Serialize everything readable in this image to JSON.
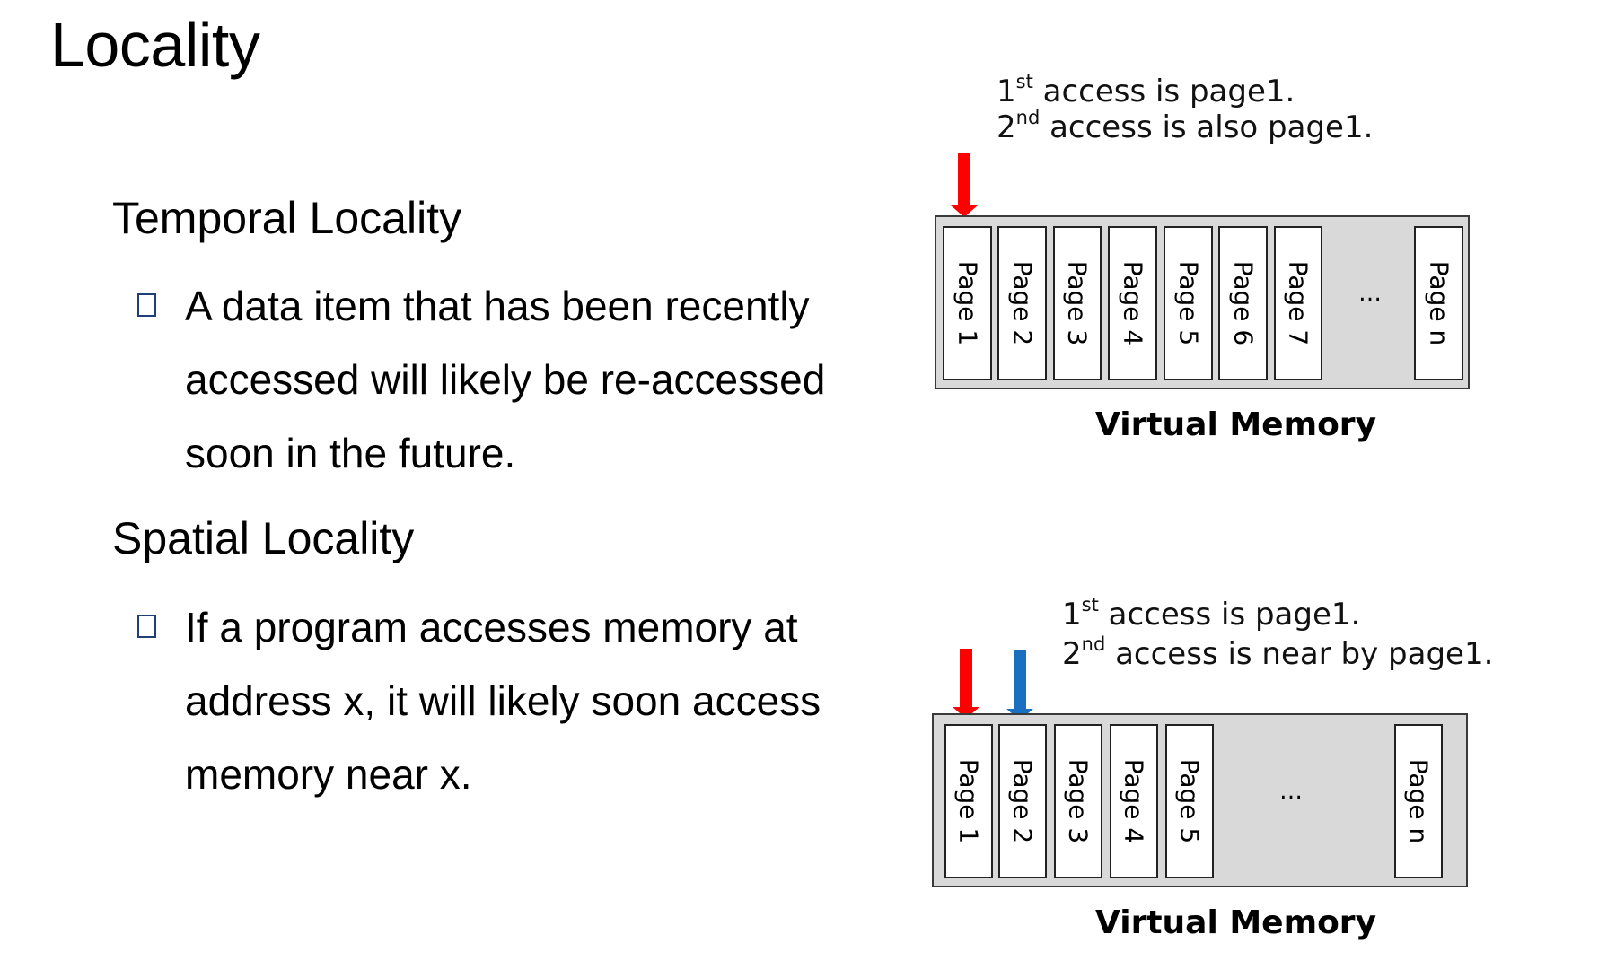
{
  "title": "Locality",
  "temporal": {
    "heading": "Temporal Locality",
    "bullet": "A data item that has been recently accessed will likely be re-accessed soon in the future.",
    "note": {
      "line1_ordinal": "1",
      "line1_suffix": "st",
      "line1_rest": " access is page1.",
      "line2_ordinal": "2",
      "line2_suffix": "nd",
      "line2_rest": " access is also page1."
    },
    "memory": {
      "pages": [
        "Page 1",
        "Page 2",
        "Page 3",
        "Page 4",
        "Page 5",
        "Page 6",
        "Page 7"
      ],
      "ellipsis": "…",
      "last_page": "Page n",
      "caption": "Virtual Memory"
    }
  },
  "spatial": {
    "heading": "Spatial Locality",
    "bullet": "If a program accesses memory at address x, it will likely soon access memory near x.",
    "note": {
      "line1_ordinal": "1",
      "line1_suffix": "st",
      "line1_rest": " access is page1.",
      "line2_ordinal": "2",
      "line2_suffix": "nd",
      "line2_rest": " access is near by page1."
    },
    "memory": {
      "pages": [
        "Page 1",
        "Page 2",
        "Page 3",
        "Page 4",
        "Page 5"
      ],
      "ellipsis": "…",
      "last_page": "Page n",
      "caption": "Virtual Memory"
    }
  },
  "colors": {
    "first_access_arrow": "#ff0000",
    "second_access_arrow": "#1a6fc0",
    "memory_background": "#d9d9d9"
  }
}
